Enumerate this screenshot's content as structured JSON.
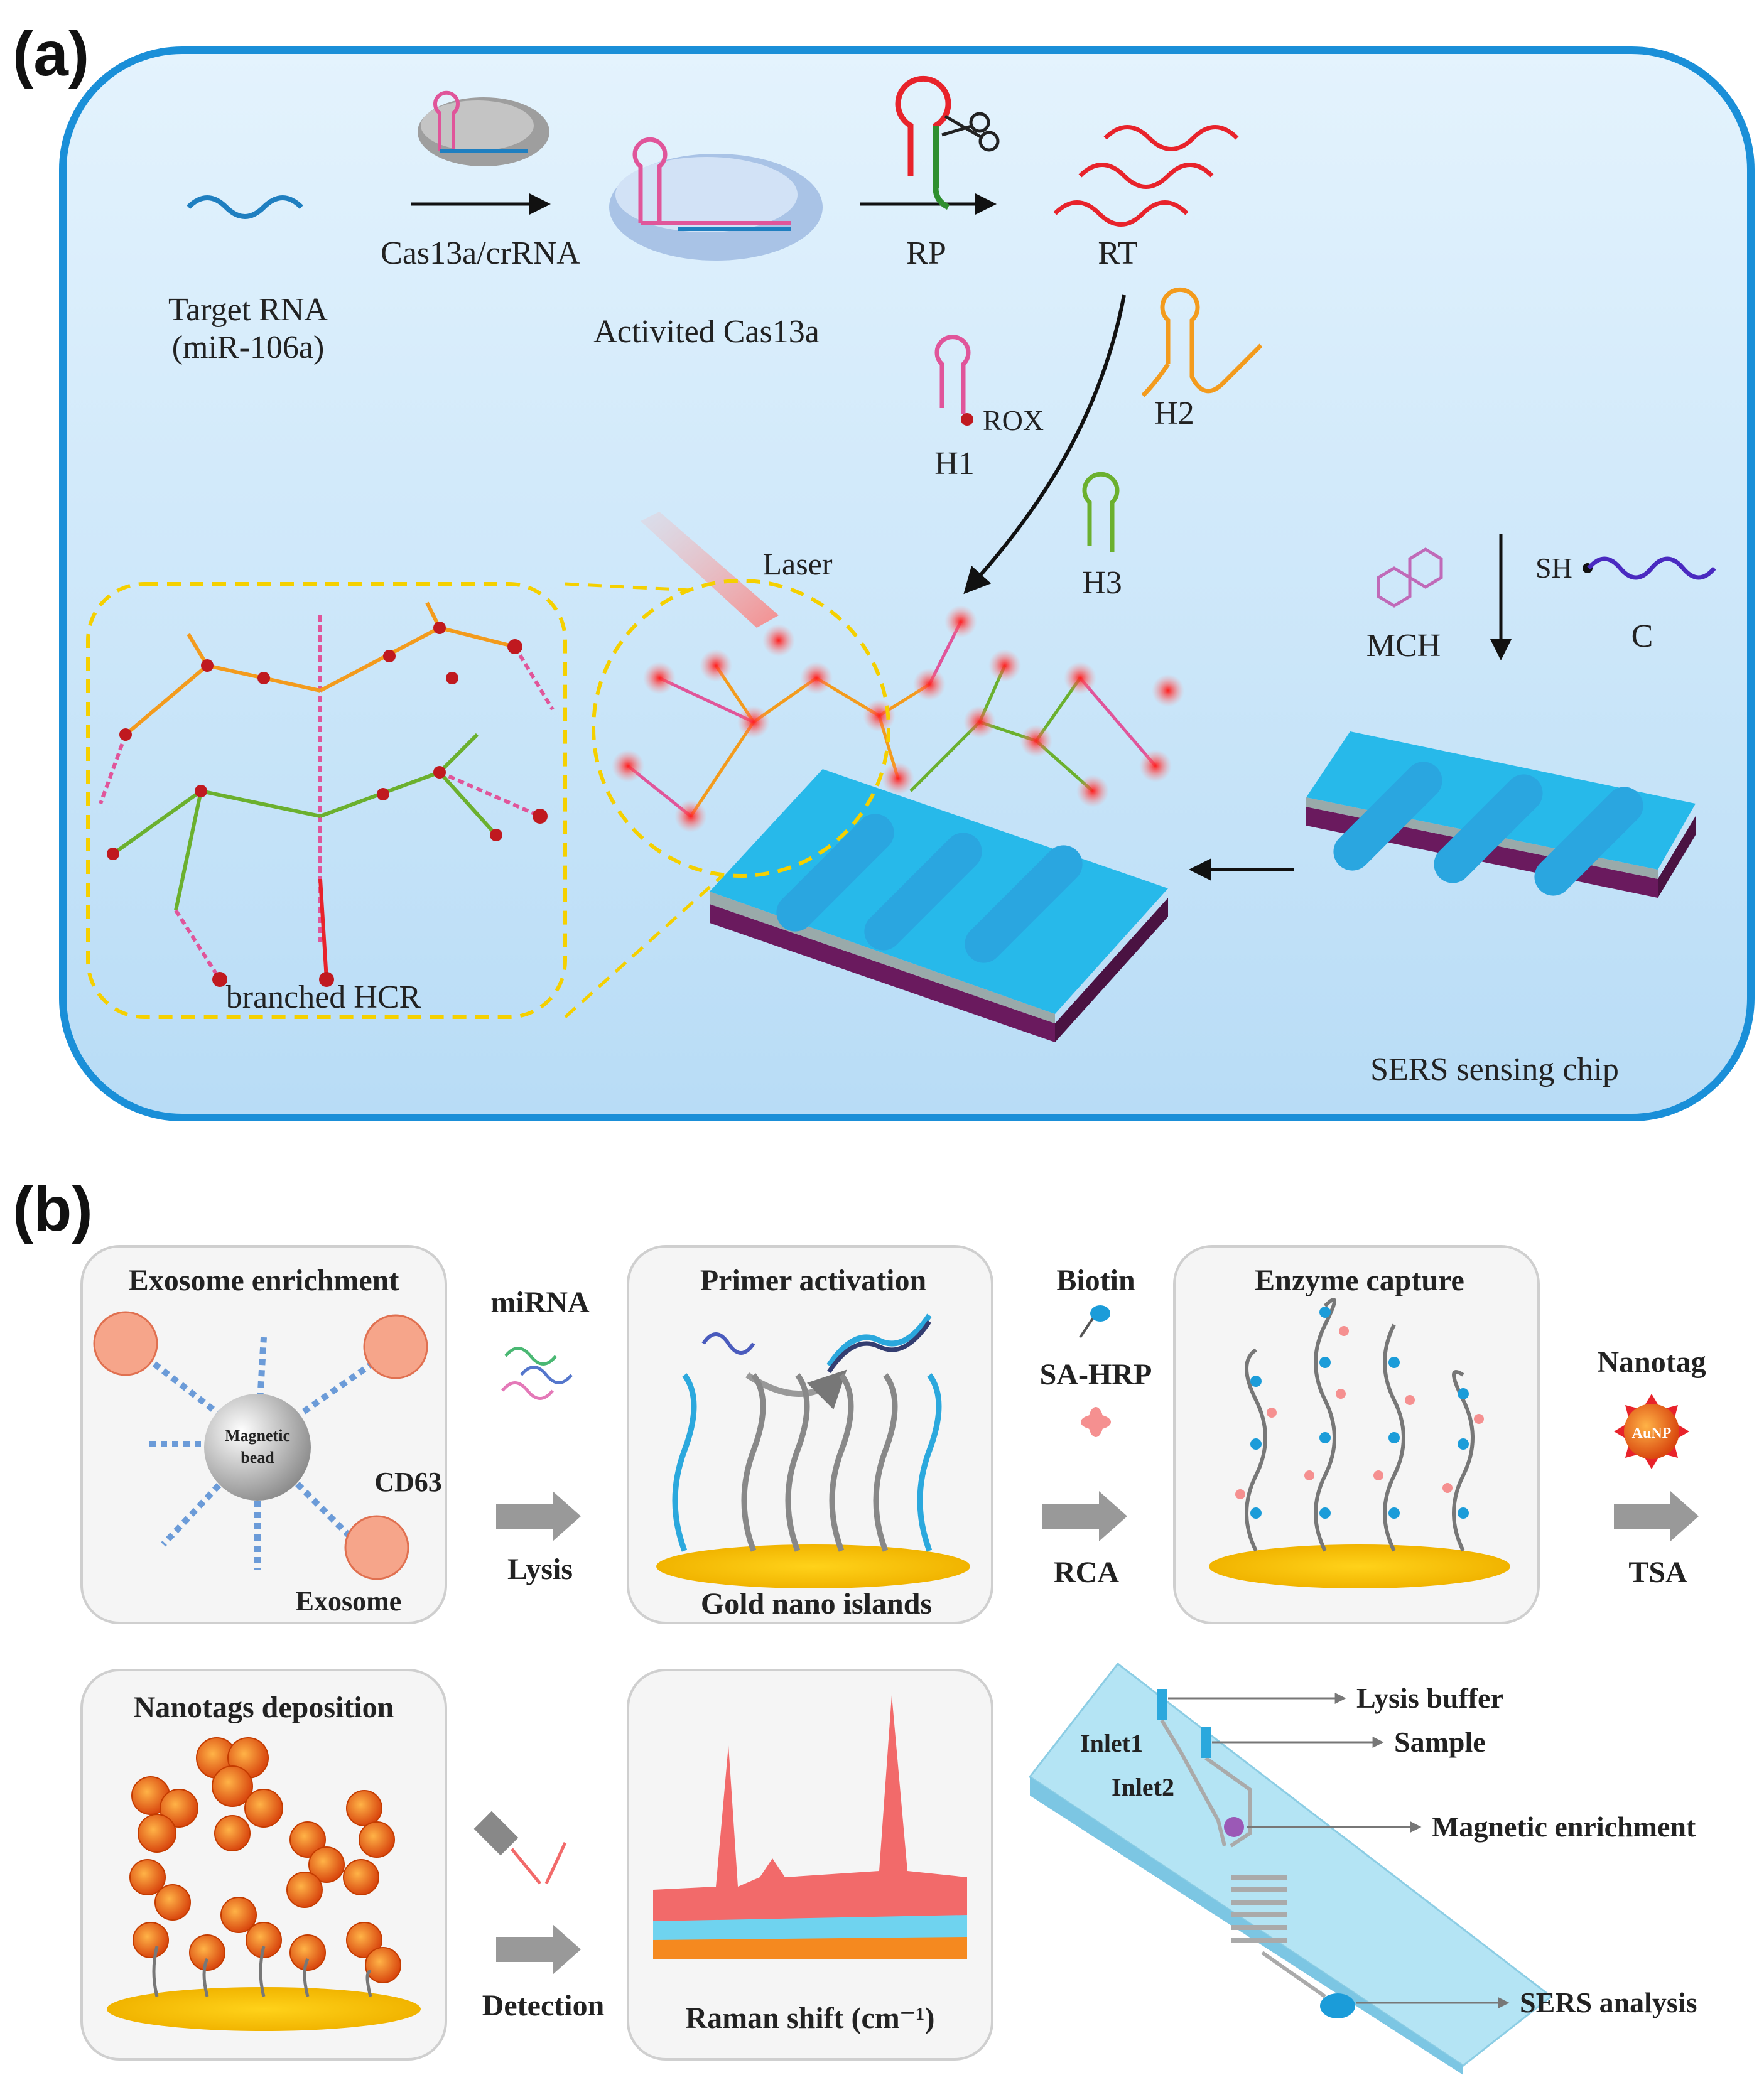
{
  "panel_a": {
    "label": "(a)",
    "target_rna": "Target RNA",
    "target_rna_sub": "(miR-106a)",
    "cas13a_crrna": "Cas13a/crRNA",
    "activated_cas13a": "Activited Cas13a",
    "rp": "RP",
    "rt": "RT",
    "h1": "H1",
    "rox": "ROX",
    "h2": "H2",
    "h3": "H3",
    "laser": "Laser",
    "mch": "MCH",
    "sh": "SH",
    "c": "C",
    "branched_hcr": "branched HCR",
    "sers_chip": "SERS sensing chip"
  },
  "panel_b": {
    "label": "(b)",
    "exosome_enrichment": "Exosome enrichment",
    "magnetic": "Magnetic",
    "bead": "bead",
    "cd63": "CD63",
    "exosome": "Exosome",
    "mirna": "miRNA",
    "lysis": "Lysis",
    "primer_activation": "Primer activation",
    "gold_nano_islands": "Gold nano islands",
    "biotin": "Biotin",
    "sa_hrp": "SA-HRP",
    "rca": "RCA",
    "enzyme_capture": "Enzyme capture",
    "nanotag": "Nanotag",
    "aunp": "AuNP",
    "tsa": "TSA",
    "nanotags_deposition": "Nanotags deposition",
    "detection": "Detection",
    "raman_shift": "Raman shift (cm⁻¹)",
    "lysis_buffer": "Lysis buffer",
    "inlet1": "Inlet1",
    "sample": "Sample",
    "inlet2": "Inlet2",
    "magnetic_enrichment": "Magnetic enrichment",
    "sers_analysis": "SERS analysis"
  },
  "colors": {
    "panel_border": "#1a8fd8",
    "wave_blue": "#1f7fc0",
    "hairpin_pink": "#e0559a",
    "hairpin_orange": "#f39b1d",
    "hairpin_green": "#6bb02e",
    "reporter_red": "#e8232b",
    "chip_cyan": "#27b9ea",
    "chip_purple": "#6a1a5e",
    "gold": "#f5c400",
    "raman_red": "#f26a6a",
    "raman_cyan": "#6fd3ef",
    "raman_orange": "#f5891f"
  }
}
